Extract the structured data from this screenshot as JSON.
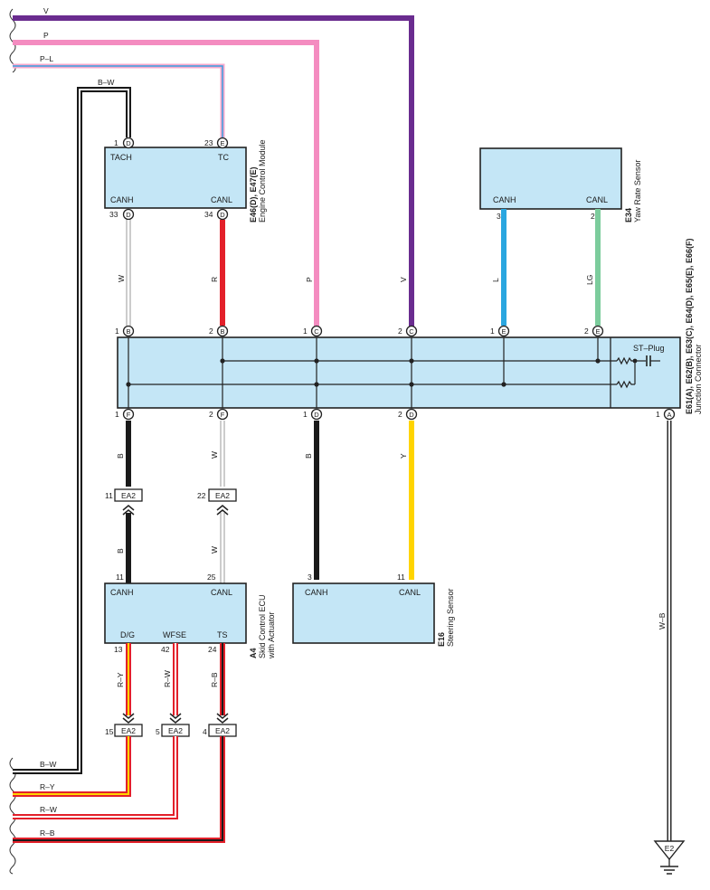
{
  "wire_colors": {
    "V": "#6a2c8f",
    "P": "#f48cc0",
    "PL_pink": "#f7a8cc",
    "PL_blue": "#3aa0e0",
    "R": "#e3202a",
    "L": "#2aa6e0",
    "LG": "#7ccc9c",
    "Y": "#ffd400",
    "B": "#1a1a1a",
    "W": "#9a9a9a",
    "box_fill": "#c4e6f6"
  },
  "top_wires": {
    "v": "V",
    "p": "P",
    "pl": "P–L",
    "bw": "B–W"
  },
  "ecm": {
    "ref": "E46(D), E47(E)",
    "name": "Engine Control Module",
    "tach": "TACH",
    "tc": "TC",
    "canh": "CANH",
    "canl": "CANL",
    "pin1_num": "1",
    "pin1_letter": "D",
    "pin23_num": "23",
    "pin23_letter": "E",
    "pin33_num": "33",
    "pin33_letter": "D",
    "pin34_num": "34",
    "pin34_letter": "D"
  },
  "yaw": {
    "ref": "E34",
    "name": "Yaw Rate Sensor",
    "canh": "CANH",
    "canl": "CANL",
    "pin3": "3",
    "pin2": "2"
  },
  "mid_wire_labels": {
    "w": "W",
    "r": "R",
    "p": "P",
    "v": "V",
    "l": "L",
    "lg": "LG"
  },
  "jc": {
    "ref": "E61(A), E62(B), E63(C), E64(D), E65(E), E66(F)",
    "name": "Junction Connector",
    "st_plug": "ST–Plug",
    "top_pins": [
      {
        "num": "1",
        "letter": "B"
      },
      {
        "num": "2",
        "letter": "B"
      },
      {
        "num": "1",
        "letter": "C"
      },
      {
        "num": "2",
        "letter": "C"
      },
      {
        "num": "1",
        "letter": "E"
      },
      {
        "num": "2",
        "letter": "E"
      }
    ],
    "bottom_pins": [
      {
        "num": "1",
        "letter": "F"
      },
      {
        "num": "2",
        "letter": "F"
      },
      {
        "num": "1",
        "letter": "D"
      },
      {
        "num": "2",
        "letter": "D"
      },
      {
        "num": "1",
        "letter": "A"
      }
    ]
  },
  "lower_wire_labels": {
    "b1": "B",
    "w1": "W",
    "b2": "B",
    "y": "Y",
    "b3": "B",
    "w2": "W",
    "wb": "W–B"
  },
  "connectors": {
    "ea2": "EA2",
    "pin11": "11",
    "pin22": "22",
    "pin15": "15",
    "pin5": "5",
    "pin4": "4"
  },
  "skid": {
    "ref": "A4",
    "name1": "Skid Control ECU",
    "name2": "with Actuator",
    "canh": "CANH",
    "canl": "CANL",
    "dg": "D/G",
    "wfse": "WFSE",
    "ts": "TS",
    "pin11": "11",
    "pin25": "25",
    "pin13": "13",
    "pin42": "42",
    "pin24": "24"
  },
  "steer": {
    "ref": "E16",
    "name": "Steering Sensor",
    "canh": "CANH",
    "canl": "CANL",
    "pin3": "3",
    "pin11": "11"
  },
  "skid_wire_labels": {
    "ry": "R–Y",
    "rw": "R–W",
    "rb": "R–B"
  },
  "bottom_wires": {
    "bw": "B–W",
    "ry": "R–Y",
    "rw": "R–W",
    "rb": "R–B"
  },
  "ground": {
    "label": "E2"
  }
}
